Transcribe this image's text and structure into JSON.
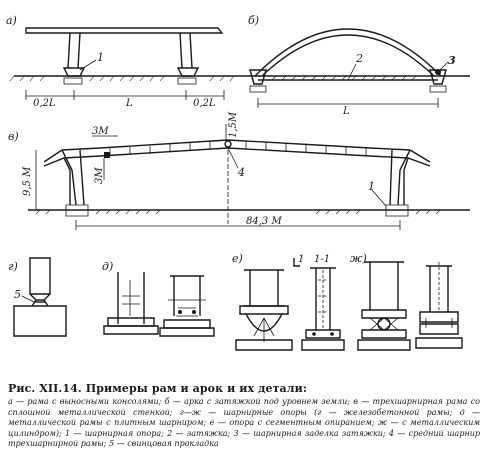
{
  "panels": {
    "a": "а)",
    "b": "б)",
    "v": "в)",
    "g": "г)",
    "d": "д)",
    "e": "е)",
    "zh": "ж)"
  },
  "dims": {
    "console_left": "0,2L",
    "span_a": "L",
    "console_right": "0,2L",
    "span_b": "L",
    "seg_3m_top": "3М",
    "seg_3m_side": "3М",
    "seg_15m": "1,5М",
    "height_95m": "9,5 М",
    "span_843m": "84,3 М"
  },
  "callouts": {
    "a1": "1",
    "b2": "2",
    "b3": "3",
    "v4": "4",
    "v1": "1",
    "g5": "5",
    "section_top": "1-1",
    "section_mark": "1"
  },
  "caption": {
    "title": "Рис. XII.14. Примеры рам и арок и их детали:",
    "body": "а — рама с выносными консолями; б — арка с затяжкой под уровнем земли; в — трехшарнирная рама со сплошной металлической стенкой; г—ж — шарнирные опоры (г — железобетонной рамы; д — металлической рамы с плитным шарниром; е — опора с сегментным опиранием; ж — с металлическим цилиндром); 1 — шарнирная опора; 2 — затяжка; 3 — шарнирная заделка затяжки; 4 — средний шарнир трехшарнирной рамы; 5 — свинцовая прокладка"
  }
}
